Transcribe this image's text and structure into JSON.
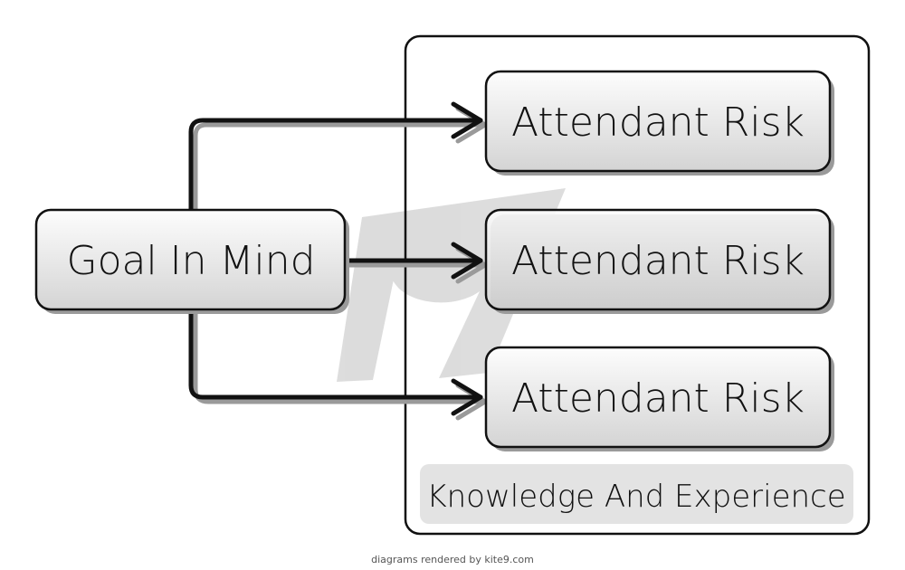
{
  "diagram": {
    "source_node": {
      "label": "Goal In Mind"
    },
    "container": {
      "label": "Knowledge And Experience"
    },
    "target_nodes": [
      {
        "label": "Attendant Risk"
      },
      {
        "label": "Attendant Risk"
      },
      {
        "label": "Attendant Risk"
      }
    ],
    "edges": [
      {
        "from": "Goal In Mind",
        "to": "Attendant Risk (1)"
      },
      {
        "from": "Goal In Mind",
        "to": "Attendant Risk (2)"
      },
      {
        "from": "Goal In Mind",
        "to": "Attendant Risk (3)"
      }
    ],
    "watermark_icon": "kite9-logo-icon"
  },
  "footer": {
    "text": "diagrams rendered by kite9.com"
  },
  "colors": {
    "node_fill_top": "#fdfdfd",
    "node_fill_bottom": "#d6d6d6",
    "stroke": "#111111",
    "shadow": "#9a9a9a",
    "label_bg": "#e3e3e3",
    "watermark": "#d9d9d9"
  }
}
